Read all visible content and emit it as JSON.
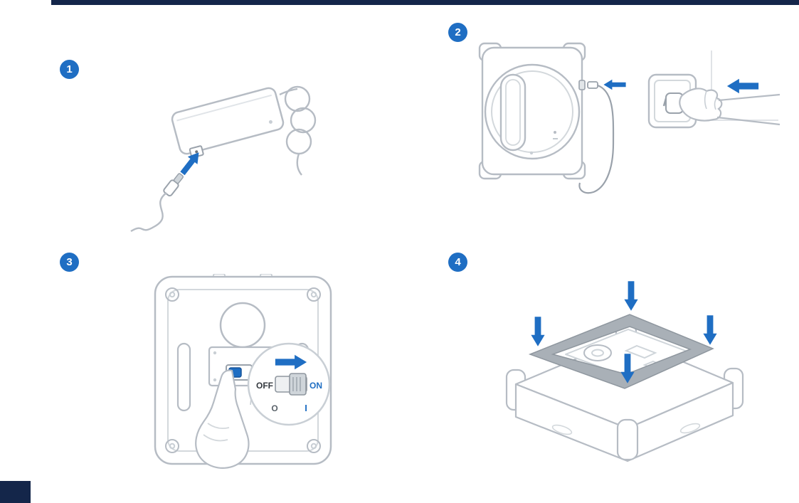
{
  "page": {
    "background": "#ffffff",
    "top_bar_color": "#14264a",
    "page_tab_color": "#14264a",
    "accent_color": "#1f6ec3",
    "outline_color": "#b6bcc4"
  },
  "steps": [
    {
      "number": "1",
      "illustration": "plug-dc-connector-into-power-adapter"
    },
    {
      "number": "2",
      "illustration": "connect-adapter-to-robot-and-wall-outlet"
    },
    {
      "number": "3",
      "illustration": "slide-power-switch-to-on",
      "switch": {
        "off_label": "OFF",
        "on_label": "ON",
        "off_symbol": "O",
        "on_symbol": "I"
      }
    },
    {
      "number": "4",
      "illustration": "attach-cleaning-pad-frame-onto-robot"
    }
  ]
}
